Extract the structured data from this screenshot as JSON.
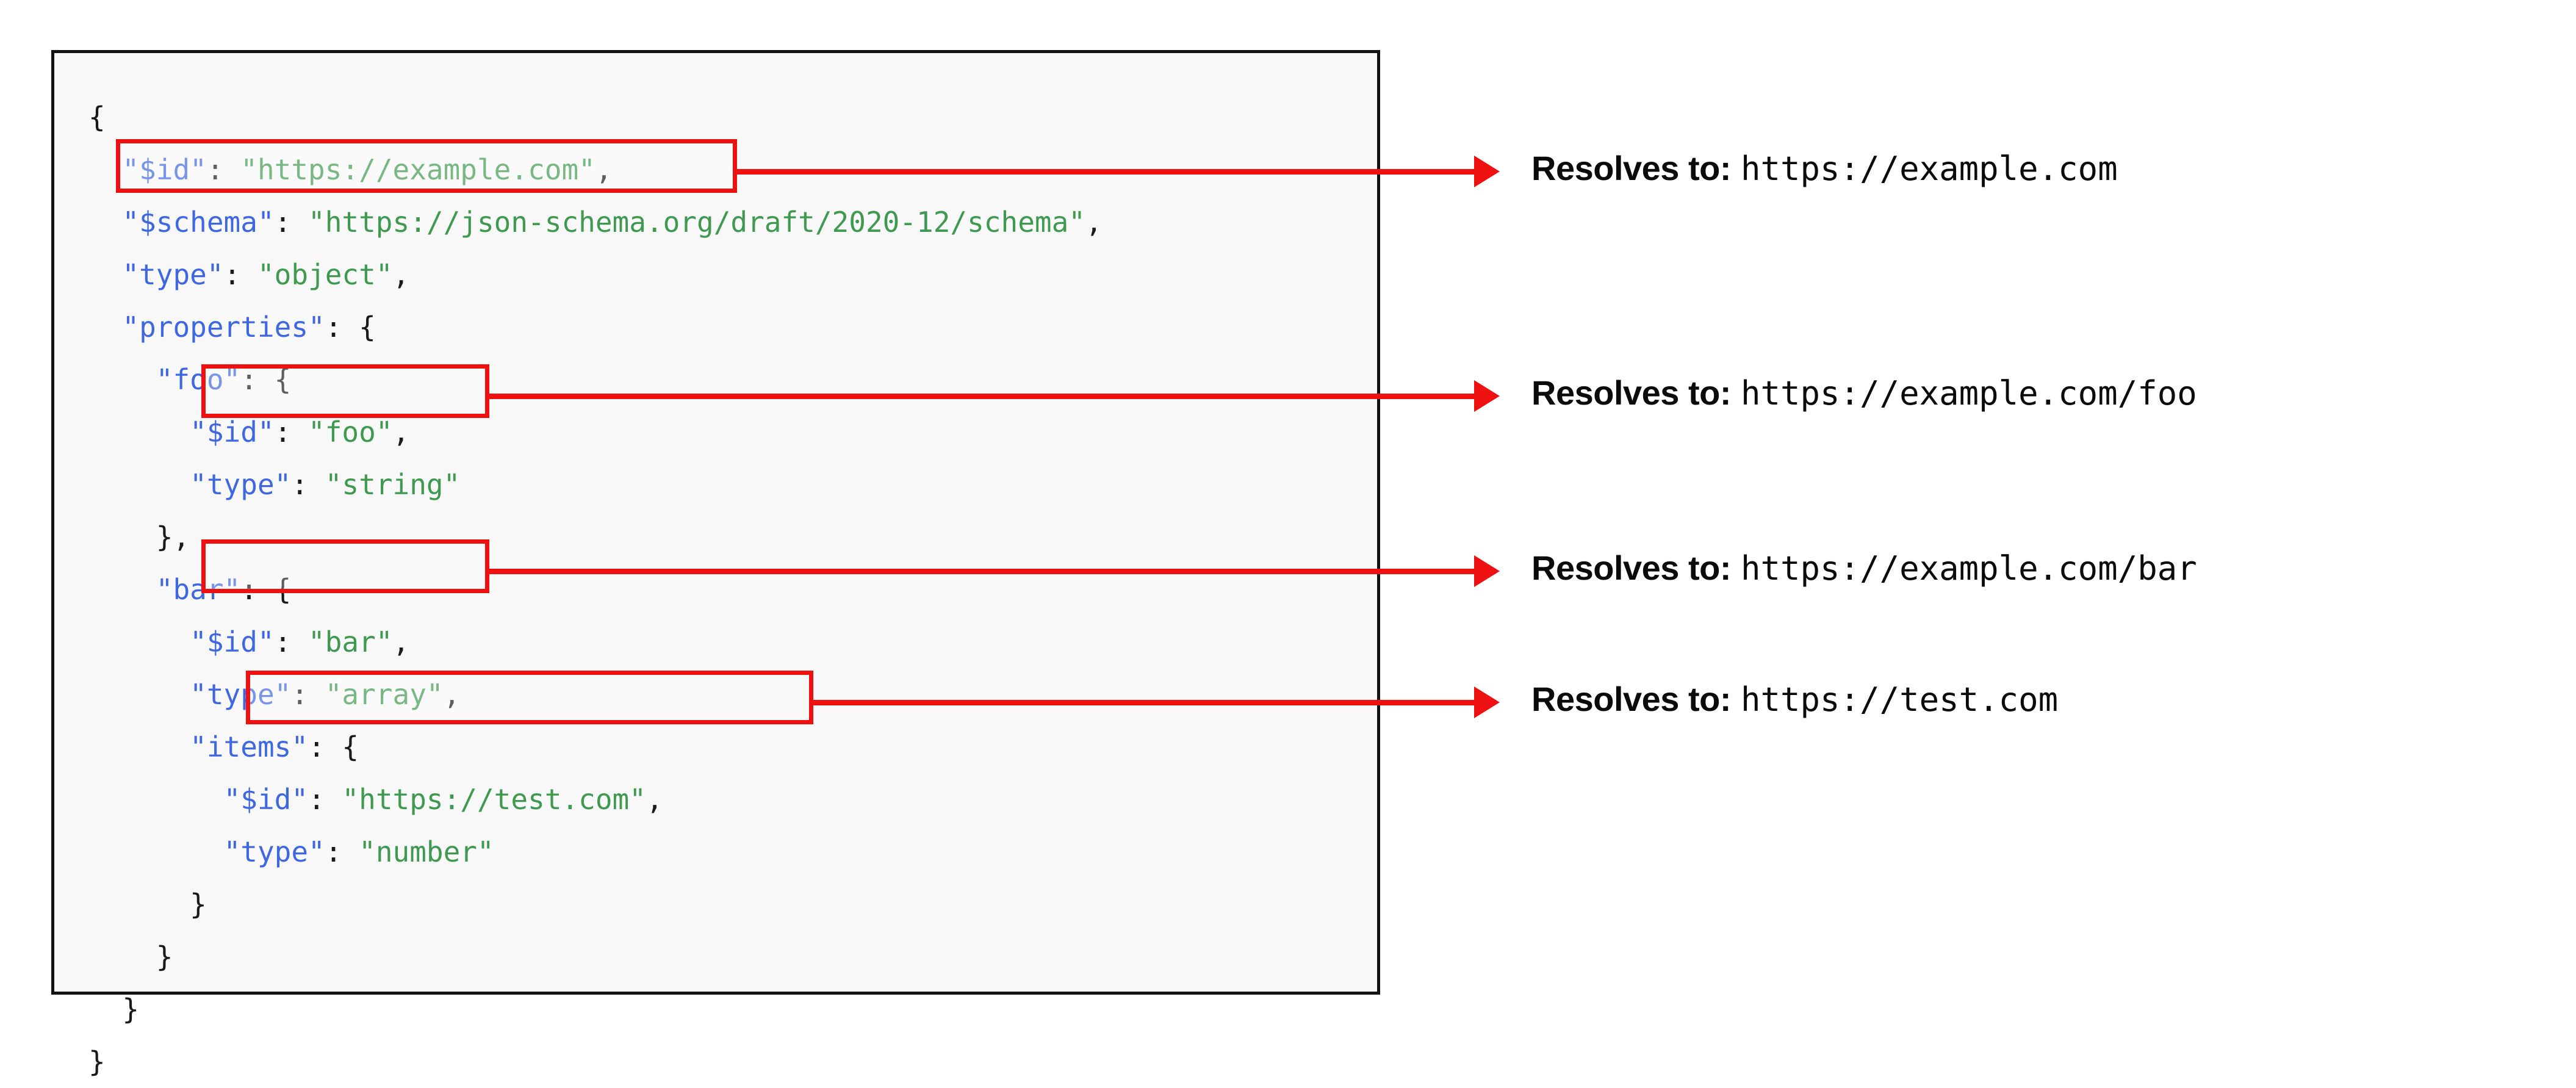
{
  "code_panel": {
    "language": "json",
    "lines": [
      {
        "indent": 0,
        "tokens": [
          {
            "t": "p",
            "v": "{"
          }
        ]
      },
      {
        "indent": 1,
        "tokens": [
          {
            "t": "k",
            "v": "\"$id\""
          },
          {
            "t": "p",
            "v": ": "
          },
          {
            "t": "s",
            "v": "\"https://example.com\""
          },
          {
            "t": "p",
            "v": ","
          }
        ]
      },
      {
        "indent": 1,
        "tokens": [
          {
            "t": "k",
            "v": "\"$schema\""
          },
          {
            "t": "p",
            "v": ": "
          },
          {
            "t": "s",
            "v": "\"https://json-schema.org/draft/2020-12/schema\""
          },
          {
            "t": "p",
            "v": ","
          }
        ]
      },
      {
        "indent": 1,
        "tokens": [
          {
            "t": "k",
            "v": "\"type\""
          },
          {
            "t": "p",
            "v": ": "
          },
          {
            "t": "s",
            "v": "\"object\""
          },
          {
            "t": "p",
            "v": ","
          }
        ]
      },
      {
        "indent": 1,
        "tokens": [
          {
            "t": "k",
            "v": "\"properties\""
          },
          {
            "t": "p",
            "v": ": {"
          }
        ]
      },
      {
        "indent": 2,
        "tokens": [
          {
            "t": "k",
            "v": "\"foo\""
          },
          {
            "t": "p",
            "v": ": {"
          }
        ]
      },
      {
        "indent": 3,
        "tokens": [
          {
            "t": "k",
            "v": "\"$id\""
          },
          {
            "t": "p",
            "v": ": "
          },
          {
            "t": "s",
            "v": "\"foo\""
          },
          {
            "t": "p",
            "v": ","
          }
        ]
      },
      {
        "indent": 3,
        "tokens": [
          {
            "t": "k",
            "v": "\"type\""
          },
          {
            "t": "p",
            "v": ": "
          },
          {
            "t": "s",
            "v": "\"string\""
          }
        ]
      },
      {
        "indent": 2,
        "tokens": [
          {
            "t": "p",
            "v": "},"
          }
        ]
      },
      {
        "indent": 2,
        "tokens": [
          {
            "t": "k",
            "v": "\"bar\""
          },
          {
            "t": "p",
            "v": ": {"
          }
        ]
      },
      {
        "indent": 3,
        "tokens": [
          {
            "t": "k",
            "v": "\"$id\""
          },
          {
            "t": "p",
            "v": ": "
          },
          {
            "t": "s",
            "v": "\"bar\""
          },
          {
            "t": "p",
            "v": ","
          }
        ]
      },
      {
        "indent": 3,
        "tokens": [
          {
            "t": "k",
            "v": "\"type\""
          },
          {
            "t": "p",
            "v": ": "
          },
          {
            "t": "s",
            "v": "\"array\""
          },
          {
            "t": "p",
            "v": ","
          }
        ]
      },
      {
        "indent": 3,
        "tokens": [
          {
            "t": "k",
            "v": "\"items\""
          },
          {
            "t": "p",
            "v": ": {"
          }
        ]
      },
      {
        "indent": 4,
        "tokens": [
          {
            "t": "k",
            "v": "\"$id\""
          },
          {
            "t": "p",
            "v": ": "
          },
          {
            "t": "s",
            "v": "\"https://test.com\""
          },
          {
            "t": "p",
            "v": ","
          }
        ]
      },
      {
        "indent": 4,
        "tokens": [
          {
            "t": "k",
            "v": "\"type\""
          },
          {
            "t": "p",
            "v": ": "
          },
          {
            "t": "s",
            "v": "\"number\""
          }
        ]
      },
      {
        "indent": 3,
        "tokens": [
          {
            "t": "p",
            "v": "}"
          }
        ]
      },
      {
        "indent": 2,
        "tokens": [
          {
            "t": "p",
            "v": "}"
          }
        ]
      },
      {
        "indent": 1,
        "tokens": [
          {
            "t": "p",
            "v": "}"
          }
        ]
      },
      {
        "indent": 0,
        "tokens": [
          {
            "t": "p",
            "v": "}"
          }
        ]
      }
    ]
  },
  "highlights": [
    {
      "id": "hl-id-root",
      "target_line": "\"$id\": \"https://example.com\","
    },
    {
      "id": "hl-id-foo",
      "target_line": "\"$id\": \"foo\","
    },
    {
      "id": "hl-id-bar",
      "target_line": "\"$id\": \"bar\","
    },
    {
      "id": "hl-id-items",
      "target_line": "\"$id\": \"https://test.com\","
    }
  ],
  "resolutions": [
    {
      "label": "Resolves to:",
      "url": "https://example.com"
    },
    {
      "label": "Resolves to:",
      "url": "https://example.com/foo"
    },
    {
      "label": "Resolves to:",
      "url": "https://example.com/bar"
    },
    {
      "label": "Resolves to:",
      "url": "https://test.com"
    }
  ],
  "colors": {
    "highlight": "#ee1111",
    "arrow": "#ee1111",
    "json_key": "#3f68e0",
    "json_string": "#3f9950",
    "json_punct": "#1a1a1a",
    "panel_border": "#121212",
    "panel_background": "#f8f8f8",
    "page_background": "#ffffff",
    "text": "#0b0b0b"
  }
}
